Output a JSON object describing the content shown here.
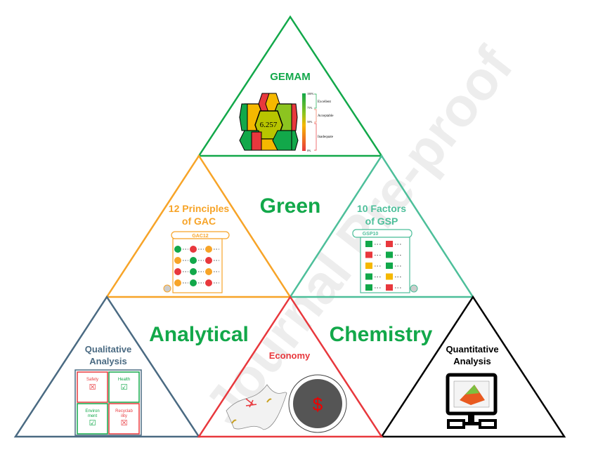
{
  "colors": {
    "green": "#12a84a",
    "orange": "#f7a428",
    "teal": "#4dbf9a",
    "slate": "#4a6a82",
    "red": "#e8383d",
    "black": "#000000",
    "gold": "#f5b800",
    "lime": "#8cc420"
  },
  "labels": {
    "gemam": "GEMAM",
    "gac_title_1": "12 Principles",
    "gac_title_2": "of GAC",
    "gac_scroll": "GAC12",
    "gsp_title_1": "10 Factors",
    "gsp_title_2": "of GSP",
    "gsp_scroll": "GSP10",
    "green": "Green",
    "analytical": "Analytical",
    "chemistry": "Chemistry",
    "qual_1": "Qualitative",
    "qual_2": "Analysis",
    "economy": "Economy",
    "quant_1": "Quantitative",
    "quant_2": "Analysis",
    "dollar": "$",
    "watermark": "Journal Pre-proof"
  },
  "gemam": {
    "score": "6.257",
    "scale": [
      "100%",
      "75%",
      "50%",
      "0%"
    ],
    "levels": [
      "Excellent",
      "Acceptable",
      "Inadequate"
    ]
  },
  "gac12_dots": [
    [
      "g",
      "r",
      "o"
    ],
    [
      "o",
      "g",
      "r"
    ],
    [
      "r",
      "g",
      "o"
    ],
    [
      "o",
      "g",
      "r"
    ]
  ],
  "gsp10_squares": [
    [
      "g",
      "r"
    ],
    [
      "r",
      "g"
    ],
    [
      "y",
      "g"
    ],
    [
      "g",
      "y"
    ],
    [
      "g",
      "r"
    ]
  ],
  "qualitative": [
    {
      "line1": "Safety",
      "line2": "",
      "mark": "☒",
      "status": "fail"
    },
    {
      "line1": "Health",
      "line2": "",
      "mark": "☑",
      "status": "pass"
    },
    {
      "line1": "Environ",
      "line2": "ment",
      "mark": "☑",
      "status": "pass"
    },
    {
      "line1": "Recyclab",
      "line2": "ility",
      "mark": "☒",
      "status": "fail"
    }
  ]
}
